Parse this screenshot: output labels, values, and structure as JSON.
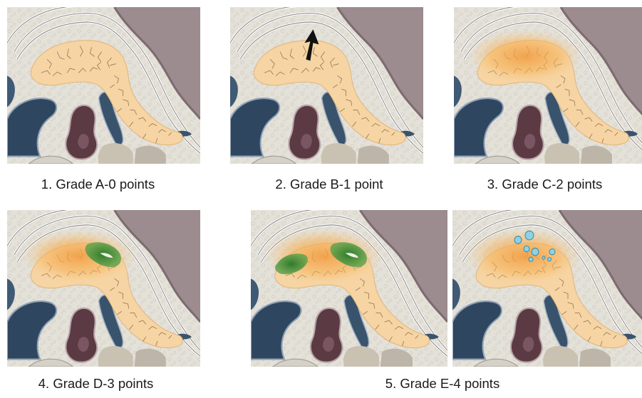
{
  "figure": {
    "captions": [
      "1. Grade A-0 points",
      "2. Grade B-1 point",
      "3. Grade C-2 points",
      "4. Grade D-3 points",
      "5. Grade E-4 points"
    ]
  },
  "panels": [
    {
      "grade": "A",
      "features": []
    },
    {
      "grade": "B",
      "features": [
        "enlargement-arrow"
      ]
    },
    {
      "grade": "C",
      "features": [
        "peripancreatic-inflammation"
      ]
    },
    {
      "grade": "D",
      "features": [
        "peripancreatic-inflammation",
        "single-fluid-collection"
      ]
    },
    {
      "grade": "E",
      "features": [
        "peripancreatic-inflammation",
        "two-fluid-collections"
      ]
    },
    {
      "grade": "E",
      "features": [
        "peripancreatic-inflammation",
        "gas-bubbles"
      ]
    }
  ],
  "colors": {
    "pancreas": "#f6d4a3",
    "inflammation": "#f2a54a",
    "fluid": "#3e8a35",
    "gas": "#7fc4d9",
    "liver": "#9c8b8f",
    "background": "#e4e1d9"
  }
}
